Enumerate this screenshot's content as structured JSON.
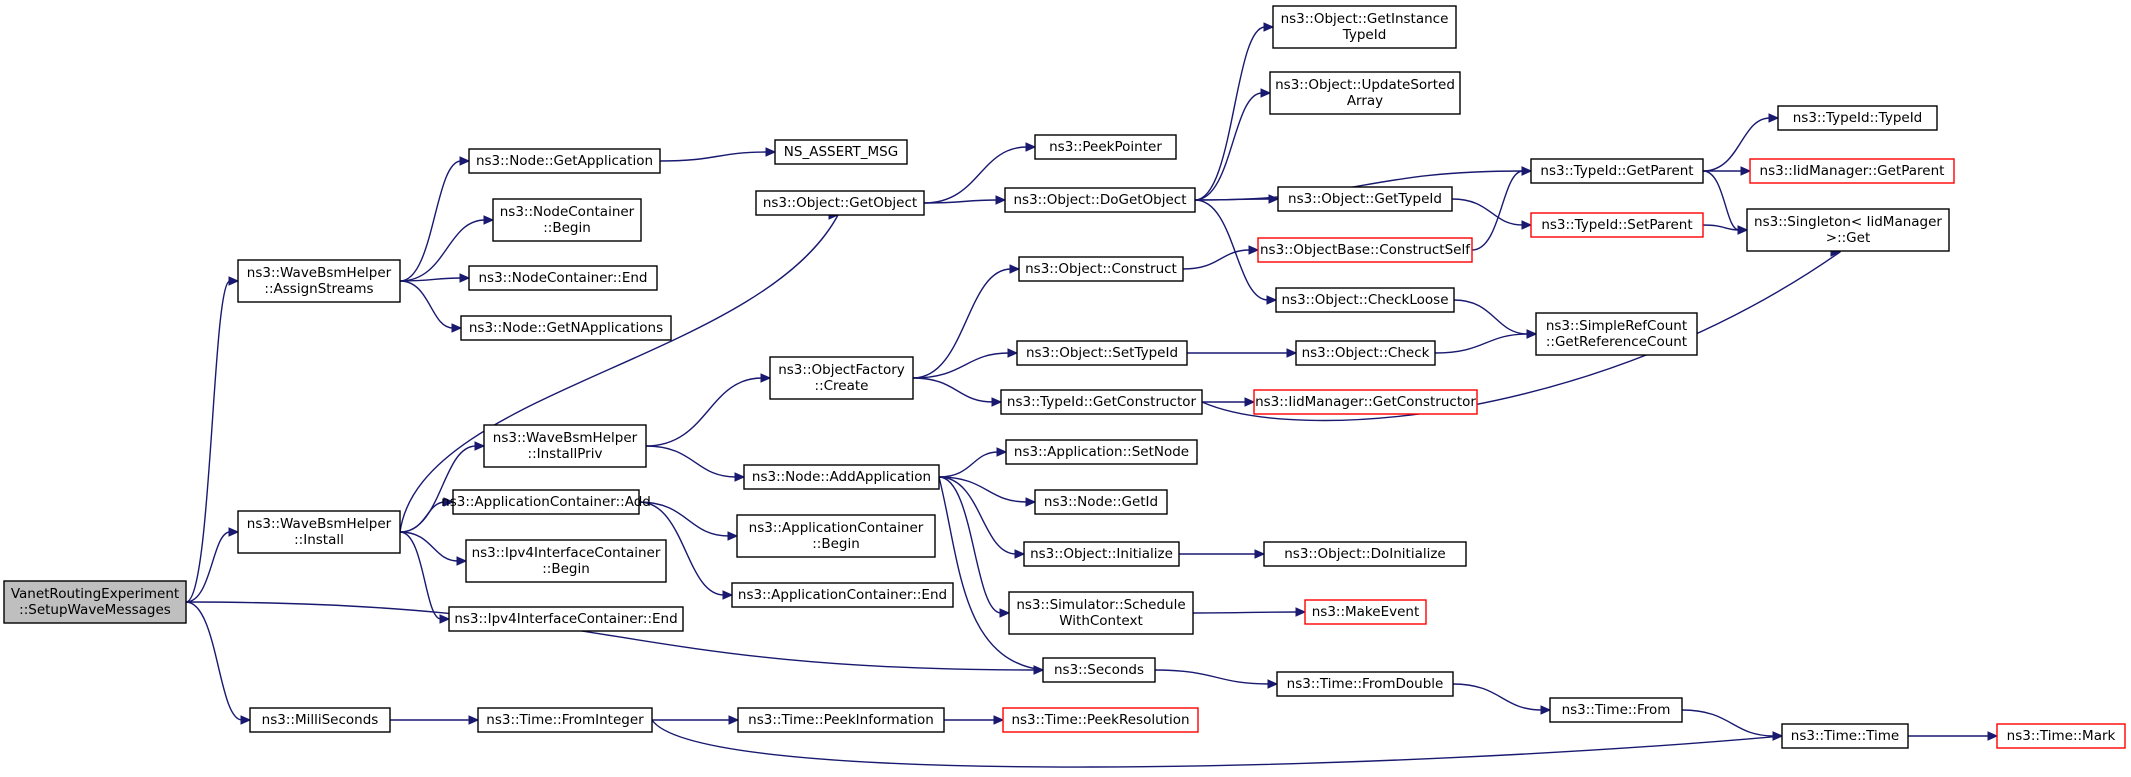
{
  "graph": {
    "nodes": [
      {
        "id": "root",
        "lines": [
          "VanetRoutingExperiment",
          "::SetupWaveMessages"
        ],
        "style": "root"
      },
      {
        "id": "assign",
        "lines": [
          "ns3::WaveBsmHelper",
          "::AssignStreams"
        ],
        "style": "normal"
      },
      {
        "id": "install",
        "lines": [
          "ns3::WaveBsmHelper",
          "::Install"
        ],
        "style": "normal"
      },
      {
        "id": "milli",
        "lines": [
          "ns3::MilliSeconds"
        ],
        "style": "normal"
      },
      {
        "id": "getapp",
        "lines": [
          "ns3::Node::GetApplication"
        ],
        "style": "normal"
      },
      {
        "id": "ncbegin",
        "lines": [
          "ns3::NodeContainer",
          "::Begin"
        ],
        "style": "normal"
      },
      {
        "id": "ncend",
        "lines": [
          "ns3::NodeContainer::End"
        ],
        "style": "normal"
      },
      {
        "id": "getnapps",
        "lines": [
          "ns3::Node::GetNApplications"
        ],
        "style": "normal"
      },
      {
        "id": "installpriv",
        "lines": [
          "ns3::WaveBsmHelper",
          "::InstallPriv"
        ],
        "style": "normal"
      },
      {
        "id": "acadd",
        "lines": [
          "ns3::ApplicationContainer::Add"
        ],
        "style": "normal"
      },
      {
        "id": "ipv4begin",
        "lines": [
          "ns3::Ipv4InterfaceContainer",
          "::Begin"
        ],
        "style": "normal"
      },
      {
        "id": "ipv4end",
        "lines": [
          "ns3::Ipv4InterfaceContainer::End"
        ],
        "style": "normal"
      },
      {
        "id": "fromint",
        "lines": [
          "ns3::Time::FromInteger"
        ],
        "style": "normal"
      },
      {
        "id": "nsassert",
        "lines": [
          "NS_ASSERT_MSG"
        ],
        "style": "normal"
      },
      {
        "id": "getobject",
        "lines": [
          "ns3::Object::GetObject"
        ],
        "style": "normal"
      },
      {
        "id": "factorycreate",
        "lines": [
          "ns3::ObjectFactory",
          "::Create"
        ],
        "style": "normal"
      },
      {
        "id": "addapp",
        "lines": [
          "ns3::Node::AddApplication"
        ],
        "style": "normal"
      },
      {
        "id": "acbegin",
        "lines": [
          "ns3::ApplicationContainer",
          "::Begin"
        ],
        "style": "normal"
      },
      {
        "id": "acend",
        "lines": [
          "ns3::ApplicationContainer::End"
        ],
        "style": "normal"
      },
      {
        "id": "peekinfo",
        "lines": [
          "ns3::Time::PeekInformation"
        ],
        "style": "normal"
      },
      {
        "id": "peekptr",
        "lines": [
          "ns3::PeekPointer"
        ],
        "style": "normal"
      },
      {
        "id": "dogetobj",
        "lines": [
          "ns3::Object::DoGetObject"
        ],
        "style": "normal"
      },
      {
        "id": "construct",
        "lines": [
          "ns3::Object::Construct"
        ],
        "style": "normal"
      },
      {
        "id": "settypeid",
        "lines": [
          "ns3::Object::SetTypeId"
        ],
        "style": "normal"
      },
      {
        "id": "getctor",
        "lines": [
          "ns3::TypeId::GetConstructor"
        ],
        "style": "normal"
      },
      {
        "id": "setnode",
        "lines": [
          "ns3::Application::SetNode"
        ],
        "style": "normal"
      },
      {
        "id": "getid",
        "lines": [
          "ns3::Node::GetId"
        ],
        "style": "normal"
      },
      {
        "id": "objinit",
        "lines": [
          "ns3::Object::Initialize"
        ],
        "style": "normal"
      },
      {
        "id": "schedule",
        "lines": [
          "ns3::Simulator::Schedule",
          "WithContext"
        ],
        "style": "normal"
      },
      {
        "id": "seconds",
        "lines": [
          "ns3::Seconds"
        ],
        "style": "normal"
      },
      {
        "id": "peekres",
        "lines": [
          "ns3::Time::PeekResolution"
        ],
        "style": "red"
      },
      {
        "id": "getinsttid",
        "lines": [
          "ns3::Object::GetInstance",
          "TypeId"
        ],
        "style": "normal"
      },
      {
        "id": "updsorted",
        "lines": [
          "ns3::Object::UpdateSorted",
          "Array"
        ],
        "style": "normal"
      },
      {
        "id": "gettypeid",
        "lines": [
          "ns3::Object::GetTypeId"
        ],
        "style": "normal"
      },
      {
        "id": "constructself",
        "lines": [
          "ns3::ObjectBase::ConstructSelf"
        ],
        "style": "red"
      },
      {
        "id": "checkloose",
        "lines": [
          "ns3::Object::CheckLoose"
        ],
        "style": "normal"
      },
      {
        "id": "check",
        "lines": [
          "ns3::Object::Check"
        ],
        "style": "normal"
      },
      {
        "id": "iidgetctor",
        "lines": [
          "ns3::IidManager::GetConstructor"
        ],
        "style": "red"
      },
      {
        "id": "doinit",
        "lines": [
          "ns3::Object::DoInitialize"
        ],
        "style": "normal"
      },
      {
        "id": "makeevent",
        "lines": [
          "ns3::MakeEvent"
        ],
        "style": "red"
      },
      {
        "id": "fromdouble",
        "lines": [
          "ns3::Time::FromDouble"
        ],
        "style": "normal"
      },
      {
        "id": "tidgetparent",
        "lines": [
          "ns3::TypeId::GetParent"
        ],
        "style": "normal"
      },
      {
        "id": "tidsetparent",
        "lines": [
          "ns3::TypeId::SetParent"
        ],
        "style": "red"
      },
      {
        "id": "getrefcount",
        "lines": [
          "ns3::SimpleRefCount",
          "::GetReferenceCount"
        ],
        "style": "normal"
      },
      {
        "id": "timefrom",
        "lines": [
          "ns3::Time::From"
        ],
        "style": "normal"
      },
      {
        "id": "tidtid",
        "lines": [
          "ns3::TypeId::TypeId"
        ],
        "style": "normal"
      },
      {
        "id": "iidgetparent",
        "lines": [
          "ns3::IidManager::GetParent"
        ],
        "style": "red"
      },
      {
        "id": "singleton",
        "lines": [
          "ns3::Singleton< IidManager",
          " >::Get"
        ],
        "style": "normal"
      },
      {
        "id": "timetime",
        "lines": [
          "ns3::Time::Time"
        ],
        "style": "normal"
      },
      {
        "id": "timemark",
        "lines": [
          "ns3::Time::Mark"
        ],
        "style": "red"
      }
    ],
    "edges": [
      [
        "root",
        "assign"
      ],
      [
        "root",
        "install"
      ],
      [
        "root",
        "seconds"
      ],
      [
        "root",
        "milli"
      ],
      [
        "assign",
        "getapp"
      ],
      [
        "assign",
        "ncbegin"
      ],
      [
        "assign",
        "ncend"
      ],
      [
        "assign",
        "getnapps"
      ],
      [
        "getapp",
        "nsassert"
      ],
      [
        "install",
        "getobject"
      ],
      [
        "install",
        "installpriv"
      ],
      [
        "install",
        "acadd"
      ],
      [
        "install",
        "ipv4begin"
      ],
      [
        "install",
        "ipv4end"
      ],
      [
        "installpriv",
        "factorycreate"
      ],
      [
        "installpriv",
        "addapp"
      ],
      [
        "acadd",
        "acbegin"
      ],
      [
        "acadd",
        "acend"
      ],
      [
        "milli",
        "fromint"
      ],
      [
        "fromint",
        "peekinfo"
      ],
      [
        "fromint",
        "timetime"
      ],
      [
        "peekinfo",
        "peekres"
      ],
      [
        "getobject",
        "peekptr"
      ],
      [
        "getobject",
        "dogetobj"
      ],
      [
        "factorycreate",
        "construct"
      ],
      [
        "factorycreate",
        "settypeid"
      ],
      [
        "factorycreate",
        "getctor"
      ],
      [
        "addapp",
        "setnode"
      ],
      [
        "addapp",
        "getid"
      ],
      [
        "addapp",
        "objinit"
      ],
      [
        "addapp",
        "schedule"
      ],
      [
        "addapp",
        "seconds"
      ],
      [
        "dogetobj",
        "getinsttid"
      ],
      [
        "dogetobj",
        "updsorted"
      ],
      [
        "dogetobj",
        "tidgetparent"
      ],
      [
        "dogetobj",
        "gettypeid"
      ],
      [
        "dogetobj",
        "checkloose"
      ],
      [
        "construct",
        "constructself"
      ],
      [
        "settypeid",
        "check"
      ],
      [
        "getctor",
        "iidgetctor"
      ],
      [
        "getctor",
        "singleton"
      ],
      [
        "objinit",
        "doinit"
      ],
      [
        "schedule",
        "makeevent"
      ],
      [
        "seconds",
        "fromdouble"
      ],
      [
        "gettypeid",
        "tidsetparent"
      ],
      [
        "constructself",
        "tidgetparent"
      ],
      [
        "checkloose",
        "getrefcount"
      ],
      [
        "check",
        "getrefcount"
      ],
      [
        "fromdouble",
        "timefrom"
      ],
      [
        "tidgetparent",
        "tidtid"
      ],
      [
        "tidgetparent",
        "iidgetparent"
      ],
      [
        "tidgetparent",
        "singleton"
      ],
      [
        "tidsetparent",
        "singleton"
      ],
      [
        "timefrom",
        "timetime"
      ],
      [
        "timetime",
        "timemark"
      ]
    ]
  }
}
